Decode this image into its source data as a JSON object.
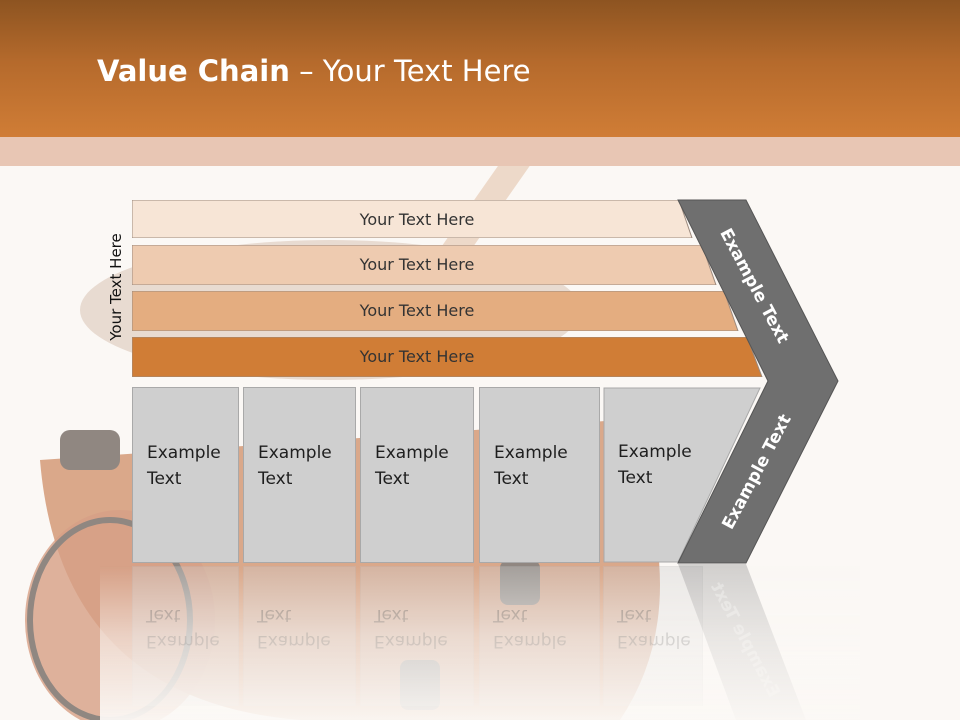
{
  "title": {
    "bold": "Value Chain",
    "rest": " – Your Text Here"
  },
  "side_label": "Your Text Here",
  "rows": [
    {
      "label": "Your Text Here",
      "color": "#f7e5d6"
    },
    {
      "label": "Your Text Here",
      "color": "#eecbb0"
    },
    {
      "label": "Your Text Here",
      "color": "#e4ad80"
    },
    {
      "label": "Your Text Here",
      "color": "#d07d36"
    }
  ],
  "boxes": [
    {
      "label": "Example\nText"
    },
    {
      "label": "Example\nText"
    },
    {
      "label": "Example\nText"
    },
    {
      "label": "Example\nText"
    },
    {
      "label": "Example\nText"
    }
  ],
  "chevron": {
    "top_label": "Example Text",
    "bottom_label": "Example Text",
    "color": "#6f6f6f"
  }
}
